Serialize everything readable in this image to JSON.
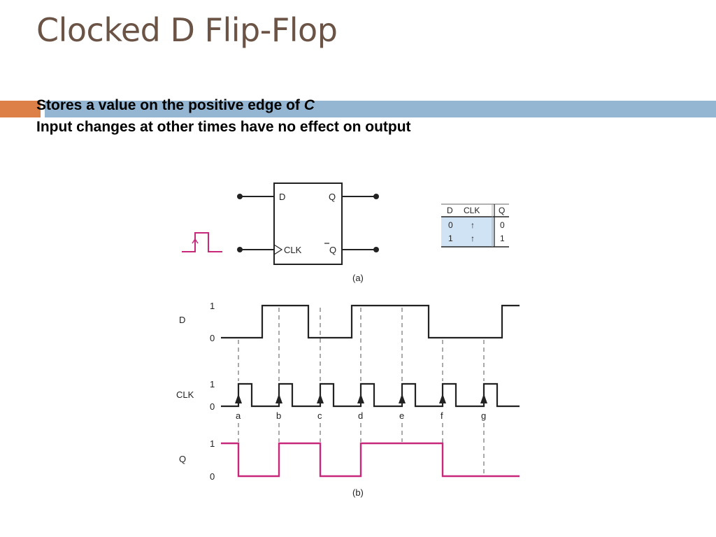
{
  "slide": {
    "title": "Clocked D Flip-Flop",
    "bullet_1": "Stores a value on the positive edge of ",
    "bullet_1_var": "C",
    "bullet_2": "Input changes at other times have no effect on output"
  },
  "flipflop": {
    "pin_d": "D",
    "pin_q": "Q",
    "pin_clk": "CLK",
    "pin_qbar": "Q",
    "caption": "(a)"
  },
  "truth_table": {
    "headers": [
      "D",
      "CLK",
      "Q"
    ],
    "rows": [
      [
        "0",
        "↑",
        "0"
      ],
      [
        "1",
        "↑",
        "1"
      ]
    ]
  },
  "timing": {
    "caption": "(b)",
    "signals": [
      {
        "name": "D",
        "high_label": "1",
        "low_label": "0"
      },
      {
        "name": "CLK",
        "high_label": "1",
        "low_label": "0"
      },
      {
        "name": "Q",
        "high_label": "1",
        "low_label": "0"
      }
    ],
    "edge_labels": [
      "a",
      "b",
      "c",
      "d",
      "e",
      "f",
      "g"
    ],
    "d_levels": [
      0,
      1,
      0,
      1,
      1,
      0,
      0
    ],
    "q_levels": [
      0,
      1,
      0,
      1,
      1,
      0,
      0
    ]
  },
  "colors": {
    "title": "#6b5446",
    "accent_orange": "#dd8047",
    "accent_blue": "#94b6d2",
    "signal_q": "#c8287a",
    "table_highlight": "#cfe3f5"
  }
}
